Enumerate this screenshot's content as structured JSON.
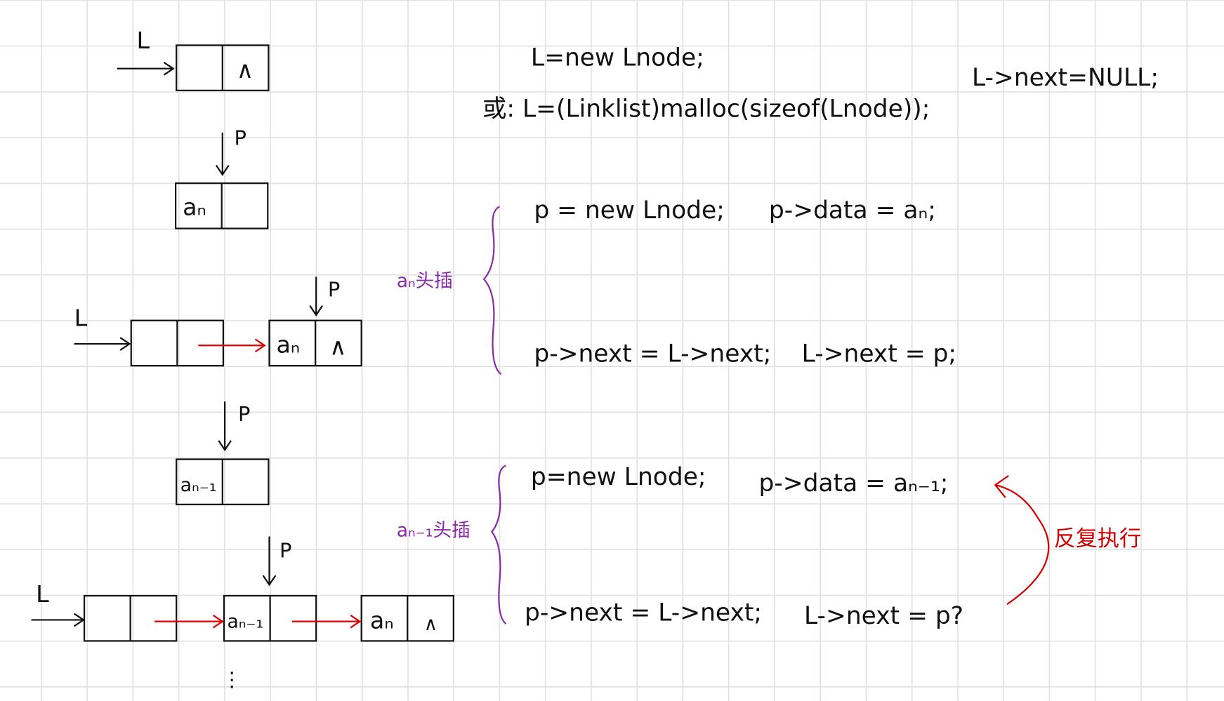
{
  "colors": {
    "grid": "#e2e2e2",
    "ink": "#111111",
    "accent_purple": "#8a2aa8",
    "accent_red": "#d40000"
  },
  "diagram": {
    "head_label": "L",
    "pointer_label": "P",
    "null_symbol": "∧",
    "node_an": "aₙ",
    "node_an1": "aₙ₋₁",
    "continuation": "⋮"
  },
  "code": {
    "init_new": "L=new Lnode;",
    "init_malloc": "或: L=(Linklist)malloc(sizeof(Lnode));",
    "init_next": "L->next=NULL;",
    "step1_new": "p = new Lnode;",
    "step1_data": "p->data = aₙ;",
    "step1_link": "p->next = L->next;",
    "step1_head": "L->next = p;",
    "step1_label": "aₙ头插",
    "step2_new": "p=new Lnode;",
    "step2_data": "p->data = aₙ₋₁;",
    "step2_link": "p->next = L->next;",
    "step2_head": "L->next = p?",
    "step2_label": "aₙ₋₁头插",
    "repeat_label": "反复执行"
  }
}
